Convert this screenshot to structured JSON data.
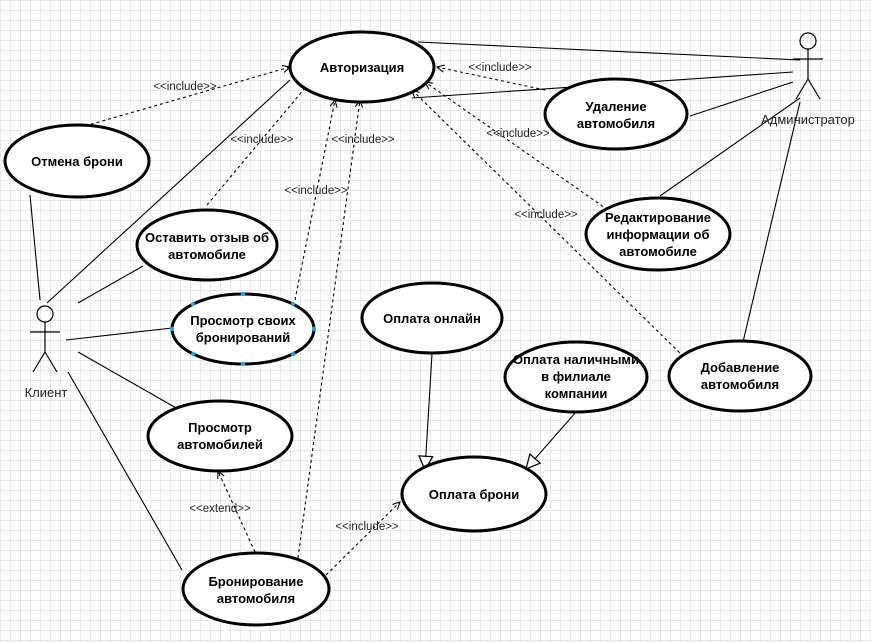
{
  "actors": {
    "client": "Клиент",
    "admin": "Администратор"
  },
  "use_cases": {
    "auth": [
      "Авторизация"
    ],
    "cancel": [
      "Отмена брони"
    ],
    "review": [
      "Оставить отзыв об",
      "автомобиле"
    ],
    "my_bookings": [
      "Просмотр своих",
      "бронирований"
    ],
    "view_cars": [
      "Просмотр",
      "автомобилей"
    ],
    "booking": [
      "Бронирование",
      "автомобиля"
    ],
    "pay_online": [
      "Оплата онлайн"
    ],
    "pay_cash": [
      "Оплата наличными",
      "в филиале",
      "компании"
    ],
    "payment": [
      "Оплата брони"
    ],
    "delete_car": [
      "Удаление",
      "автомобиля"
    ],
    "edit_car": [
      "Редактирование",
      "информации об",
      "автомобиле"
    ],
    "add_car": [
      "Добавление",
      "автомобиля"
    ]
  },
  "stereotypes": {
    "include": "<<include>>",
    "extend": "<<extend>>"
  },
  "colors": {
    "line": "#000000",
    "selection_handle": "#29a3e0",
    "grid": "#e6e6e6"
  }
}
